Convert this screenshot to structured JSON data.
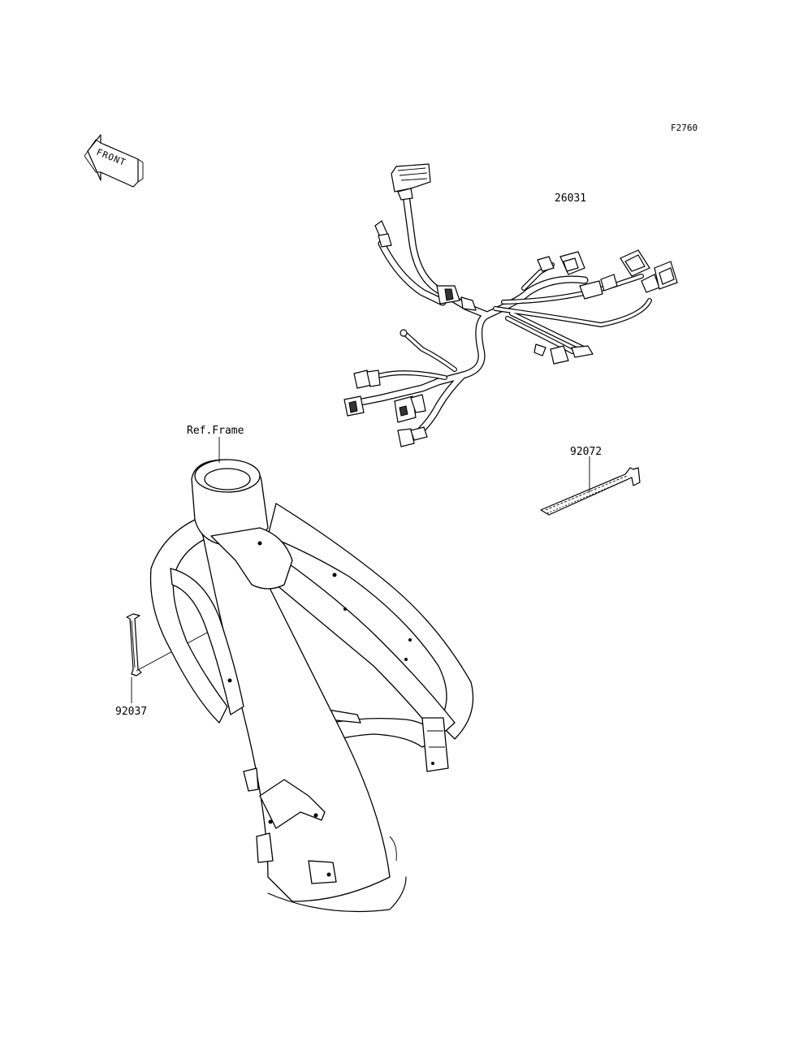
{
  "figure_code": "F2760",
  "front_arrow": {
    "text": "FRONT"
  },
  "parts": [
    {
      "id": "harness",
      "number": "26031"
    },
    {
      "id": "band",
      "number": "92072"
    },
    {
      "id": "clamp",
      "number": "92037"
    }
  ],
  "frame_reference": "Ref.Frame"
}
